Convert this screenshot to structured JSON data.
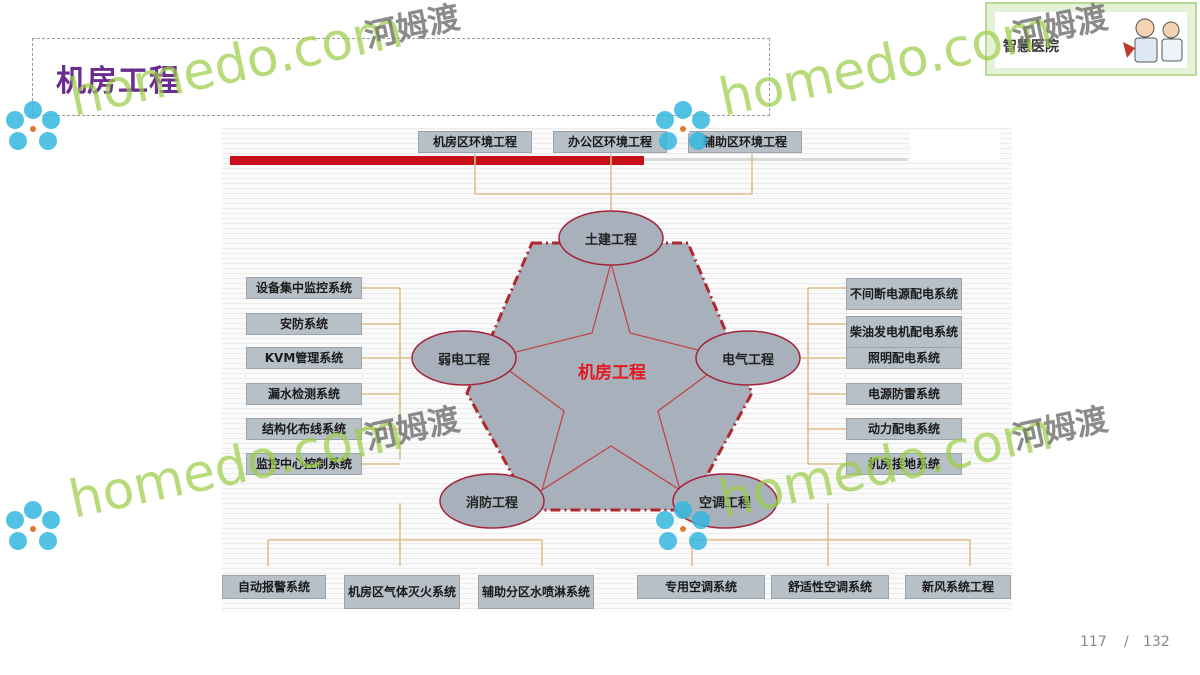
{
  "page": {
    "title": "机房工程",
    "current": "117",
    "separator": "/",
    "total": "132"
  },
  "logo": {
    "text": "智慧医院"
  },
  "watermark": {
    "domain": "homedo.com",
    "brand": "河姆渡"
  },
  "diagram": {
    "center": "机房工程",
    "nodes": {
      "top": "土建工程",
      "left": "弱电工程",
      "right": "电气工程",
      "bottom_left": "消防工程",
      "bottom_right": "空调工程"
    },
    "top_boxes": [
      "机房区环境工程",
      "办公区环境工程",
      "辅助区环境工程"
    ],
    "left_boxes": [
      "设备集中监控系统",
      "安防系统",
      "KVM管理系统",
      "漏水检测系统",
      "结构化布线系统",
      "监控中心控制系统"
    ],
    "right_boxes": [
      "不间断电源配电系统",
      "柴油发电机配电系统",
      "照明配电系统",
      "电源防雷系统",
      "动力配电系统",
      "机房接地系统"
    ],
    "bottom_boxes": [
      "自动报警系统",
      "机房区气体灭火系统",
      "辅助分区水喷淋系统",
      "专用空调系统",
      "舒适性空调系统",
      "新风系统工程"
    ]
  },
  "colors": {
    "title": "#6a2c91",
    "center_text": "#e3191f",
    "red_bar": "#c8101a",
    "ellipse_border": "#a3243b",
    "hexagon_fill": "#a7b0bb",
    "connector": "#e2bf8a"
  }
}
